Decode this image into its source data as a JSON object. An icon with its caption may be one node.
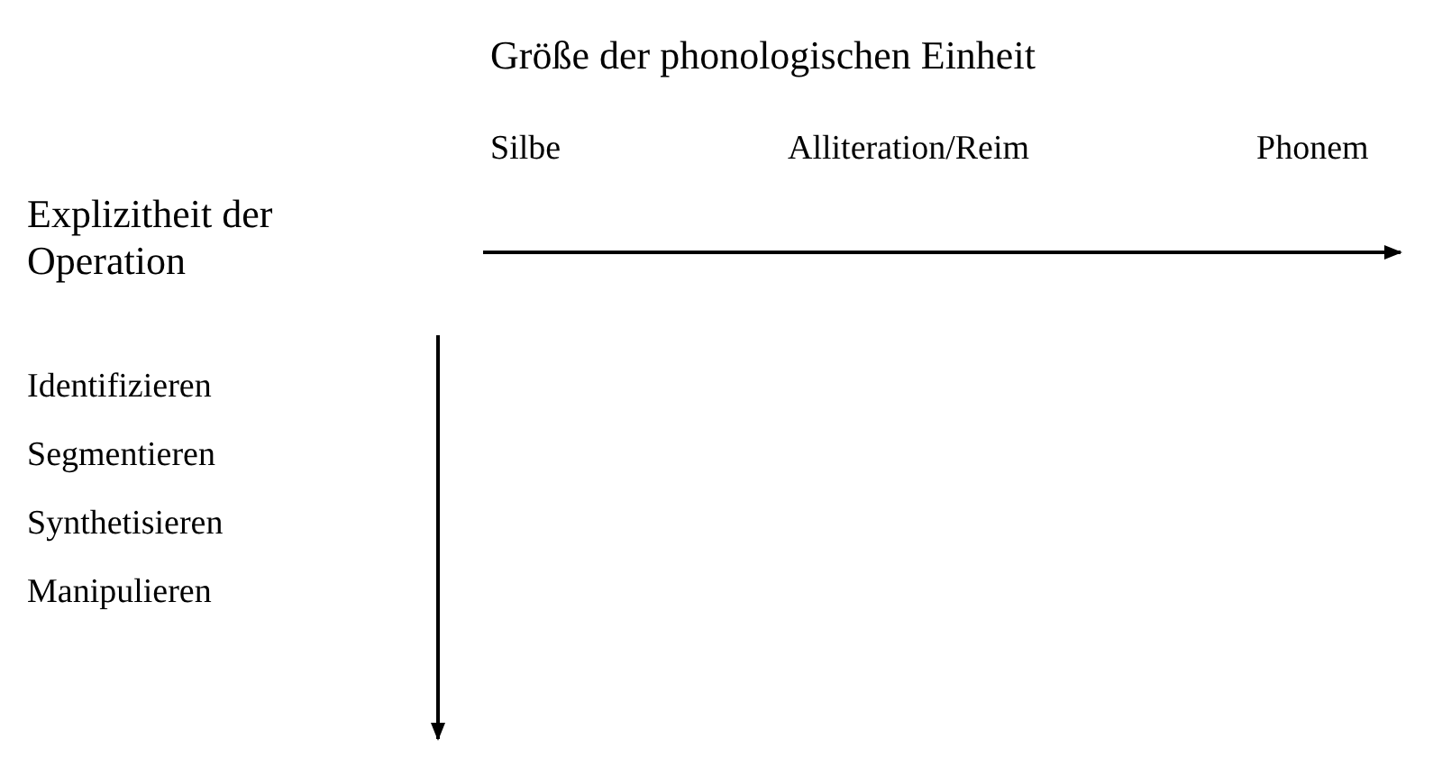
{
  "diagram": {
    "labels": [
      "Größe der phonologischen Einheit",
      "Silbe",
      "Alliteration/Reim",
      "Phonem",
      "Explizitheit der Operation",
      "Identifizieren",
      "Segmentieren",
      "Synthetisieren",
      "Manipulieren"
    ]
  }
}
